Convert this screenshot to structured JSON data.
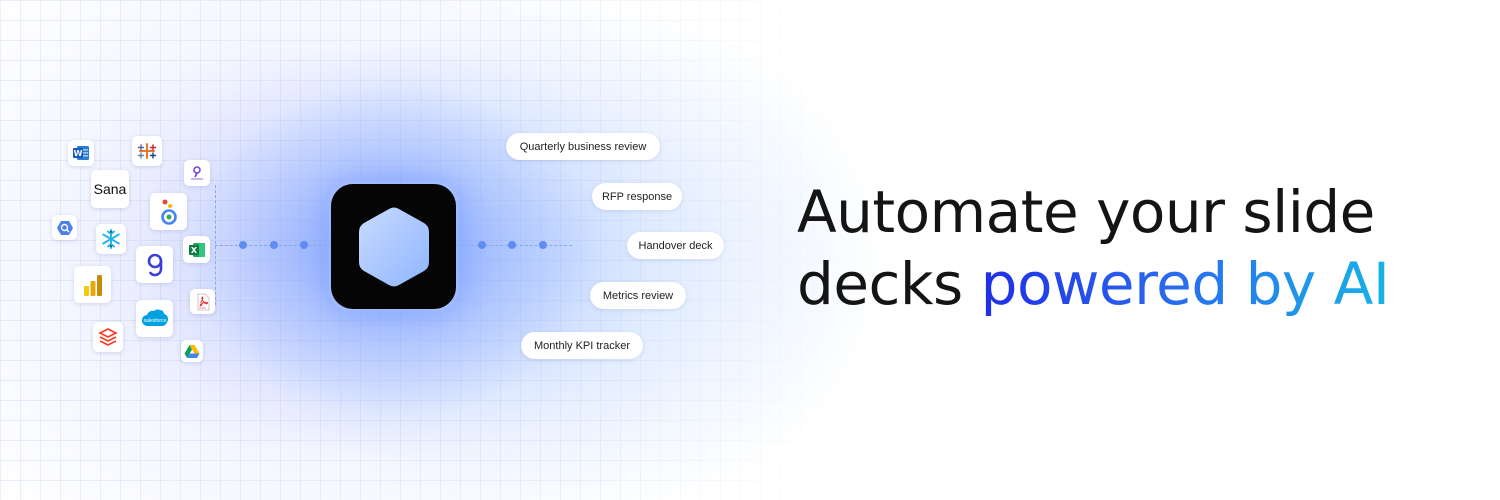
{
  "sources": {
    "sana_label": "Sana",
    "salesforce_label": "salesforce"
  },
  "outputs": [
    {
      "label": "Quarterly business review"
    },
    {
      "label": "RFP response"
    },
    {
      "label": "Handover deck"
    },
    {
      "label": "Metrics review"
    },
    {
      "label": "Monthly KPI tracker"
    }
  ],
  "headline": {
    "line1": "Automate your slide",
    "line2_plain": "decks ",
    "line2_accent": "powered by AI"
  },
  "colors": {
    "accent_start": "#1f2ee6",
    "accent_end": "#17b3e6",
    "hub": "#050505",
    "connector": "#5f8cf2"
  }
}
